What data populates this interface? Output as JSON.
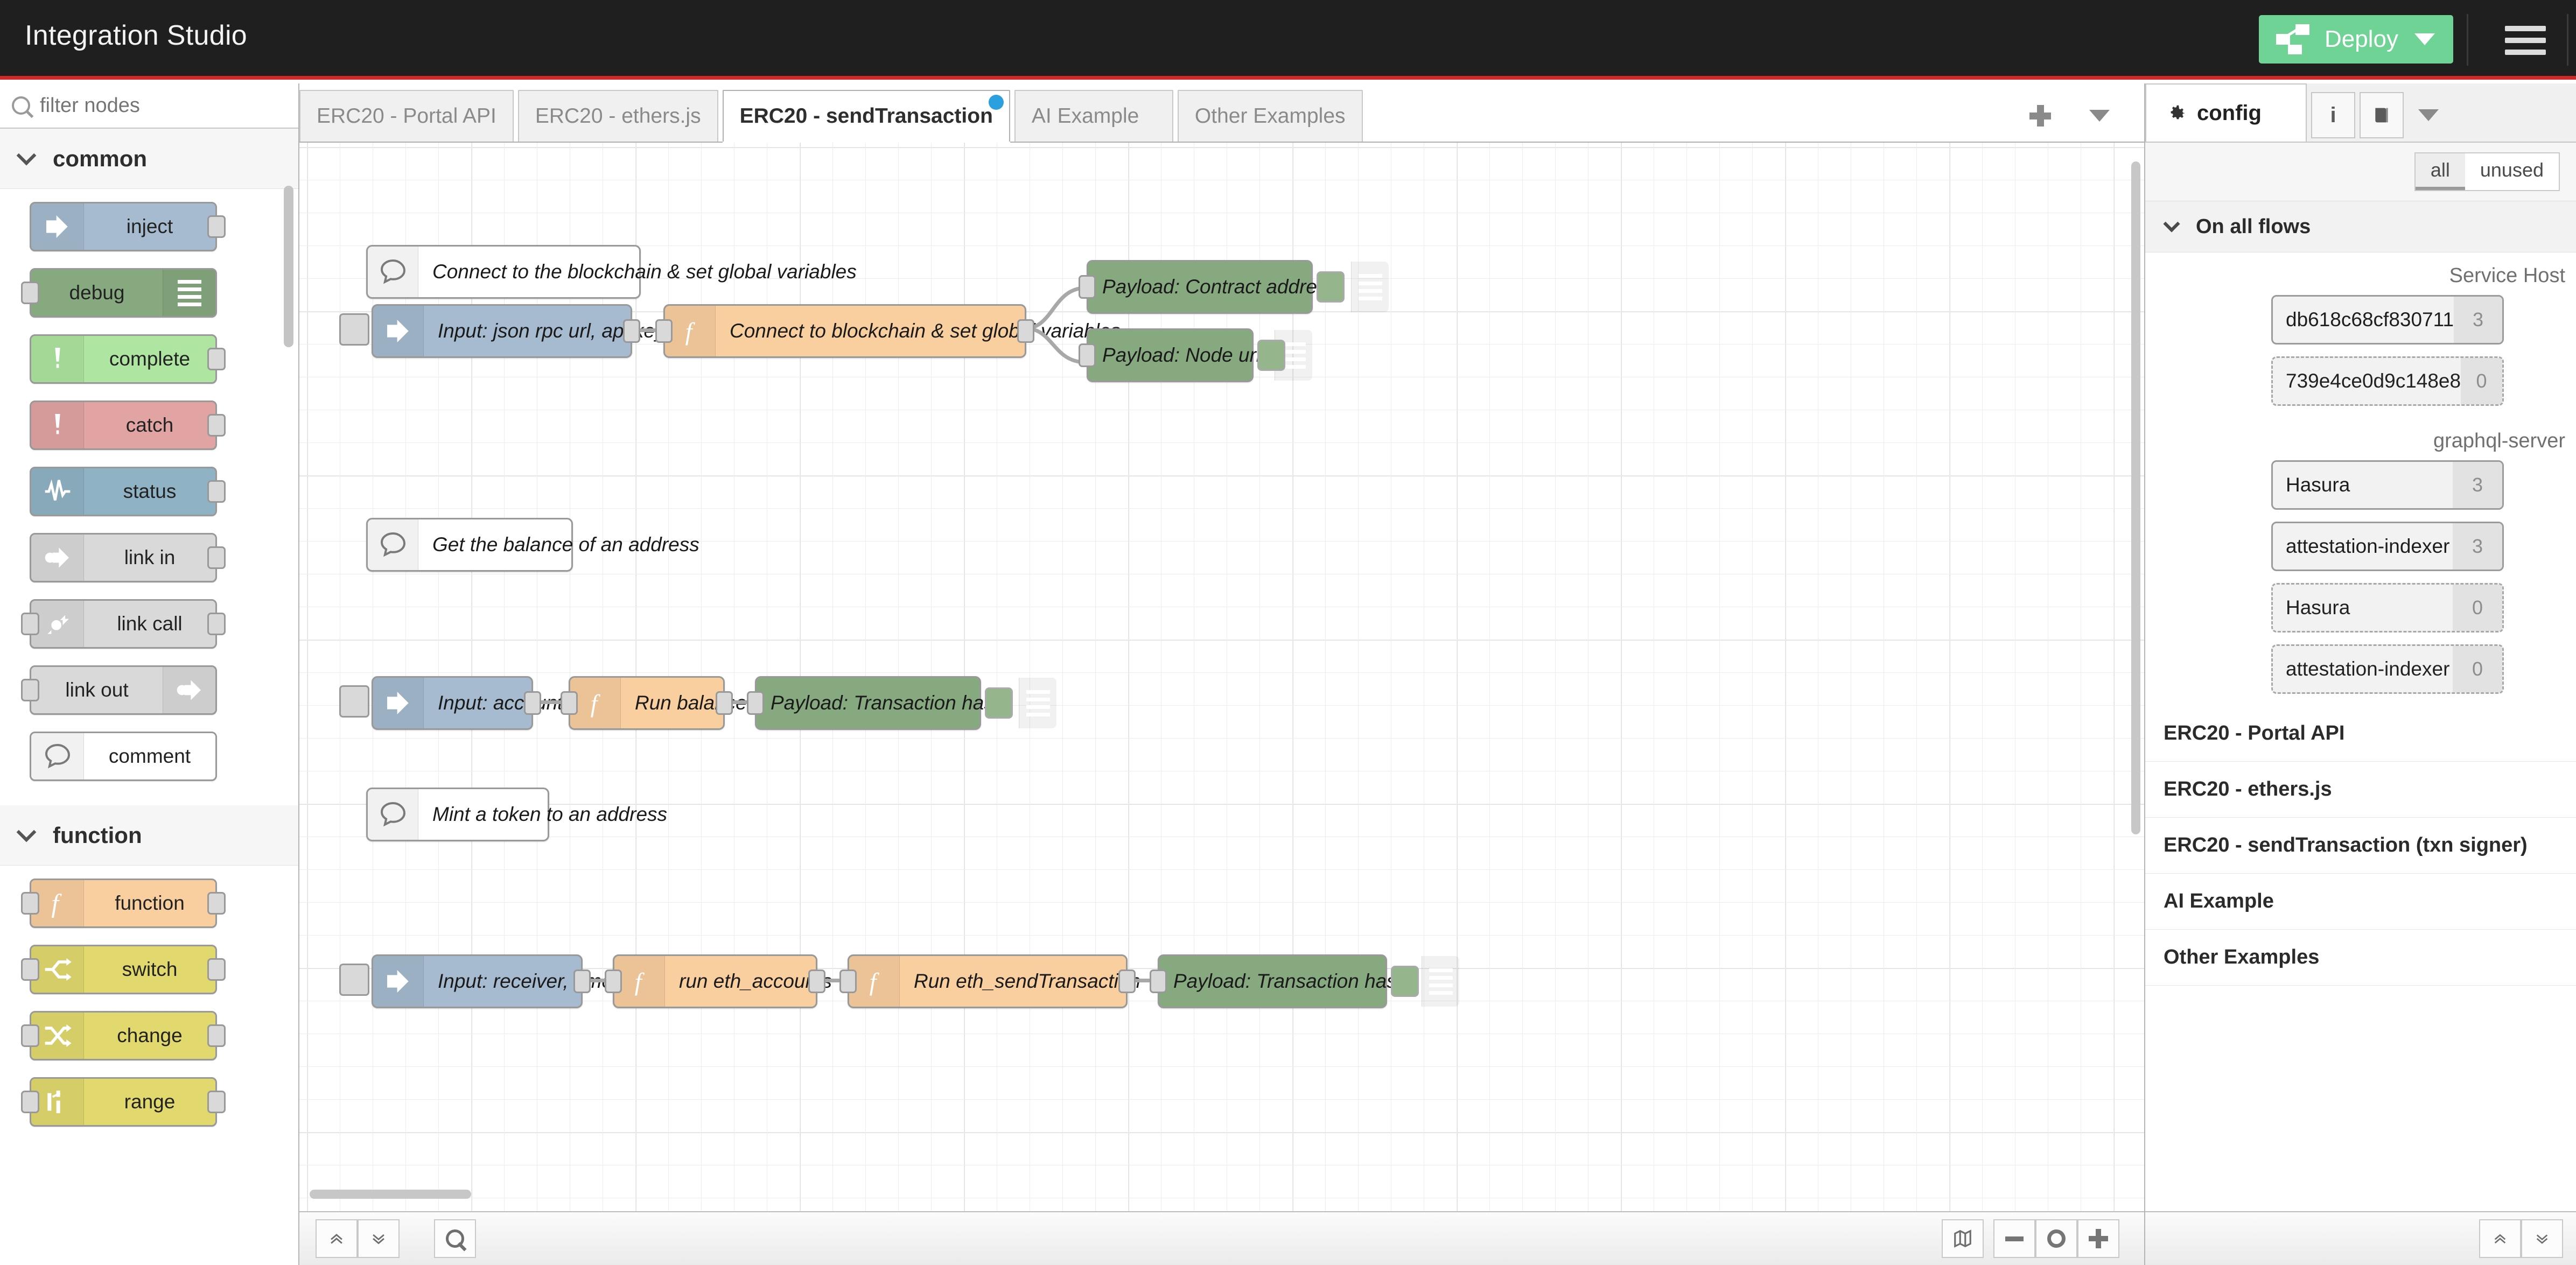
{
  "header": {
    "app_title": "Integration Studio",
    "deploy_label": "Deploy",
    "deploy_color": "#6ed395",
    "accent_bar_color": "#cf2a27",
    "background": "#1f1f1f"
  },
  "palette": {
    "filter_placeholder": "filter nodes",
    "categories": [
      {
        "name": "common",
        "nodes": [
          {
            "label": "inject",
            "icon": "arrow-right-icon",
            "color": "#a6bbcf",
            "icon_side": "left",
            "ports": {
              "in": false,
              "out": true
            }
          },
          {
            "label": "debug",
            "icon": "debug-lines-icon",
            "color": "#87a980",
            "icon_side": "right",
            "ports": {
              "in": true,
              "out": false
            }
          },
          {
            "label": "complete",
            "icon": "exclamation-icon",
            "color": "#aee5a0",
            "icon_side": "left",
            "ports": {
              "in": false,
              "out": true
            }
          },
          {
            "label": "catch",
            "icon": "exclamation-icon",
            "color": "#e2a3a3",
            "icon_side": "left",
            "ports": {
              "in": false,
              "out": true
            }
          },
          {
            "label": "status",
            "icon": "pulse-icon",
            "color": "#8fb3c4",
            "icon_side": "left",
            "ports": {
              "in": false,
              "out": true
            }
          },
          {
            "label": "link in",
            "icon": "link-in-icon",
            "color": "#d9d9d9",
            "icon_side": "left",
            "ports": {
              "in": false,
              "out": true
            }
          },
          {
            "label": "link call",
            "icon": "link-call-icon",
            "color": "#d9d9d9",
            "icon_side": "left",
            "ports": {
              "in": true,
              "out": true
            }
          },
          {
            "label": "link out",
            "icon": "link-out-icon",
            "color": "#d9d9d9",
            "icon_side": "right",
            "ports": {
              "in": true,
              "out": false
            }
          },
          {
            "label": "comment",
            "icon": "comment-icon",
            "color": "#ffffff",
            "icon_side": "left",
            "ports": {
              "in": false,
              "out": false
            }
          }
        ]
      },
      {
        "name": "function",
        "nodes": [
          {
            "label": "function",
            "icon": "fx-icon",
            "color": "#f9cfa0",
            "icon_side": "left",
            "ports": {
              "in": true,
              "out": true
            }
          },
          {
            "label": "switch",
            "icon": "switch-icon",
            "color": "#e2d96e",
            "icon_side": "left",
            "ports": {
              "in": true,
              "out": true
            }
          },
          {
            "label": "change",
            "icon": "change-icon",
            "color": "#e2d96e",
            "icon_side": "left",
            "ports": {
              "in": true,
              "out": true
            }
          },
          {
            "label": "range",
            "icon": "range-icon",
            "color": "#e2d96e",
            "icon_side": "left",
            "ports": {
              "in": true,
              "out": true
            }
          }
        ]
      }
    ]
  },
  "tabs": {
    "items": [
      {
        "label": "ERC20 - Portal API",
        "active": false,
        "dirty": false
      },
      {
        "label": "ERC20 - ethers.js",
        "active": false,
        "dirty": false
      },
      {
        "label": "ERC20 - sendTransaction",
        "active": true,
        "dirty": true
      },
      {
        "label": "AI Example",
        "active": false,
        "dirty": false
      },
      {
        "label": "Other Examples",
        "active": false,
        "dirty": false
      }
    ],
    "add_icon": "plus-icon",
    "menu_icon": "caret-down-icon"
  },
  "canvas": {
    "groups": [
      {
        "comment": "Connect to the blockchain & set global variables",
        "nodes": [
          {
            "label": "Input: json rpc url, api key, contract address",
            "type": "inject"
          },
          {
            "label": "Connect to blockchain & set global variables",
            "type": "function"
          },
          {
            "label": "Payload: Contract address",
            "type": "debug"
          },
          {
            "label": "Payload: Node url",
            "type": "debug"
          }
        ]
      },
      {
        "comment": "Get the balance of an address",
        "nodes": [
          {
            "label": "Input: account",
            "type": "inject"
          },
          {
            "label": "Run balanceOf()",
            "type": "function"
          },
          {
            "label": "Payload: Transaction hash",
            "type": "debug"
          }
        ]
      },
      {
        "comment": "Mint a token to an address",
        "nodes": [
          {
            "label": "Input: receiver, amount",
            "type": "inject"
          },
          {
            "label": "run eth_accounts",
            "type": "function"
          },
          {
            "label": "Run eth_sendTransaction",
            "type": "function"
          },
          {
            "label": "Payload: Transaction hash",
            "type": "debug"
          }
        ]
      }
    ]
  },
  "canvas_footer": {
    "collapse_icon": "chevrons-up-icon",
    "expand_icon": "chevrons-down-icon",
    "search_icon": "search-icon",
    "navigator_icon": "map-icon",
    "zoom_out_icon": "minus-icon",
    "zoom_reset_icon": "circle-icon",
    "zoom_in_icon": "plus-icon"
  },
  "sidebar": {
    "tab_label": "config",
    "tab_icon": "gear-icon",
    "info_icon": "info-icon",
    "help_icon": "book-icon",
    "menu_icon": "caret-down-icon",
    "filter": {
      "options": [
        "all",
        "unused"
      ],
      "selected": "all"
    },
    "section_title": "On all flows",
    "config_groups": [
      {
        "type_label": "Service Host",
        "items": [
          {
            "name": "db618c68cf830711",
            "count": "3",
            "unused": false
          },
          {
            "name": "739e4ce0d9c148e8",
            "count": "0",
            "unused": true
          }
        ]
      },
      {
        "type_label": "graphql-server",
        "items": [
          {
            "name": "Hasura",
            "count": "3",
            "unused": false
          },
          {
            "name": "attestation-indexer",
            "count": "3",
            "unused": false
          },
          {
            "name": "Hasura",
            "count": "0",
            "unused": true
          },
          {
            "name": "attestation-indexer",
            "count": "0",
            "unused": true
          }
        ]
      }
    ],
    "flow_groups": [
      {
        "label": "ERC20 - Portal API"
      },
      {
        "label": "ERC20 - ethers.js"
      },
      {
        "label": "ERC20 - sendTransaction (txn signer)"
      },
      {
        "label": "AI Example"
      },
      {
        "label": "Other Examples"
      }
    ],
    "footer": {
      "collapse_icon": "chevrons-up-icon",
      "expand_icon": "chevrons-down-icon"
    }
  }
}
